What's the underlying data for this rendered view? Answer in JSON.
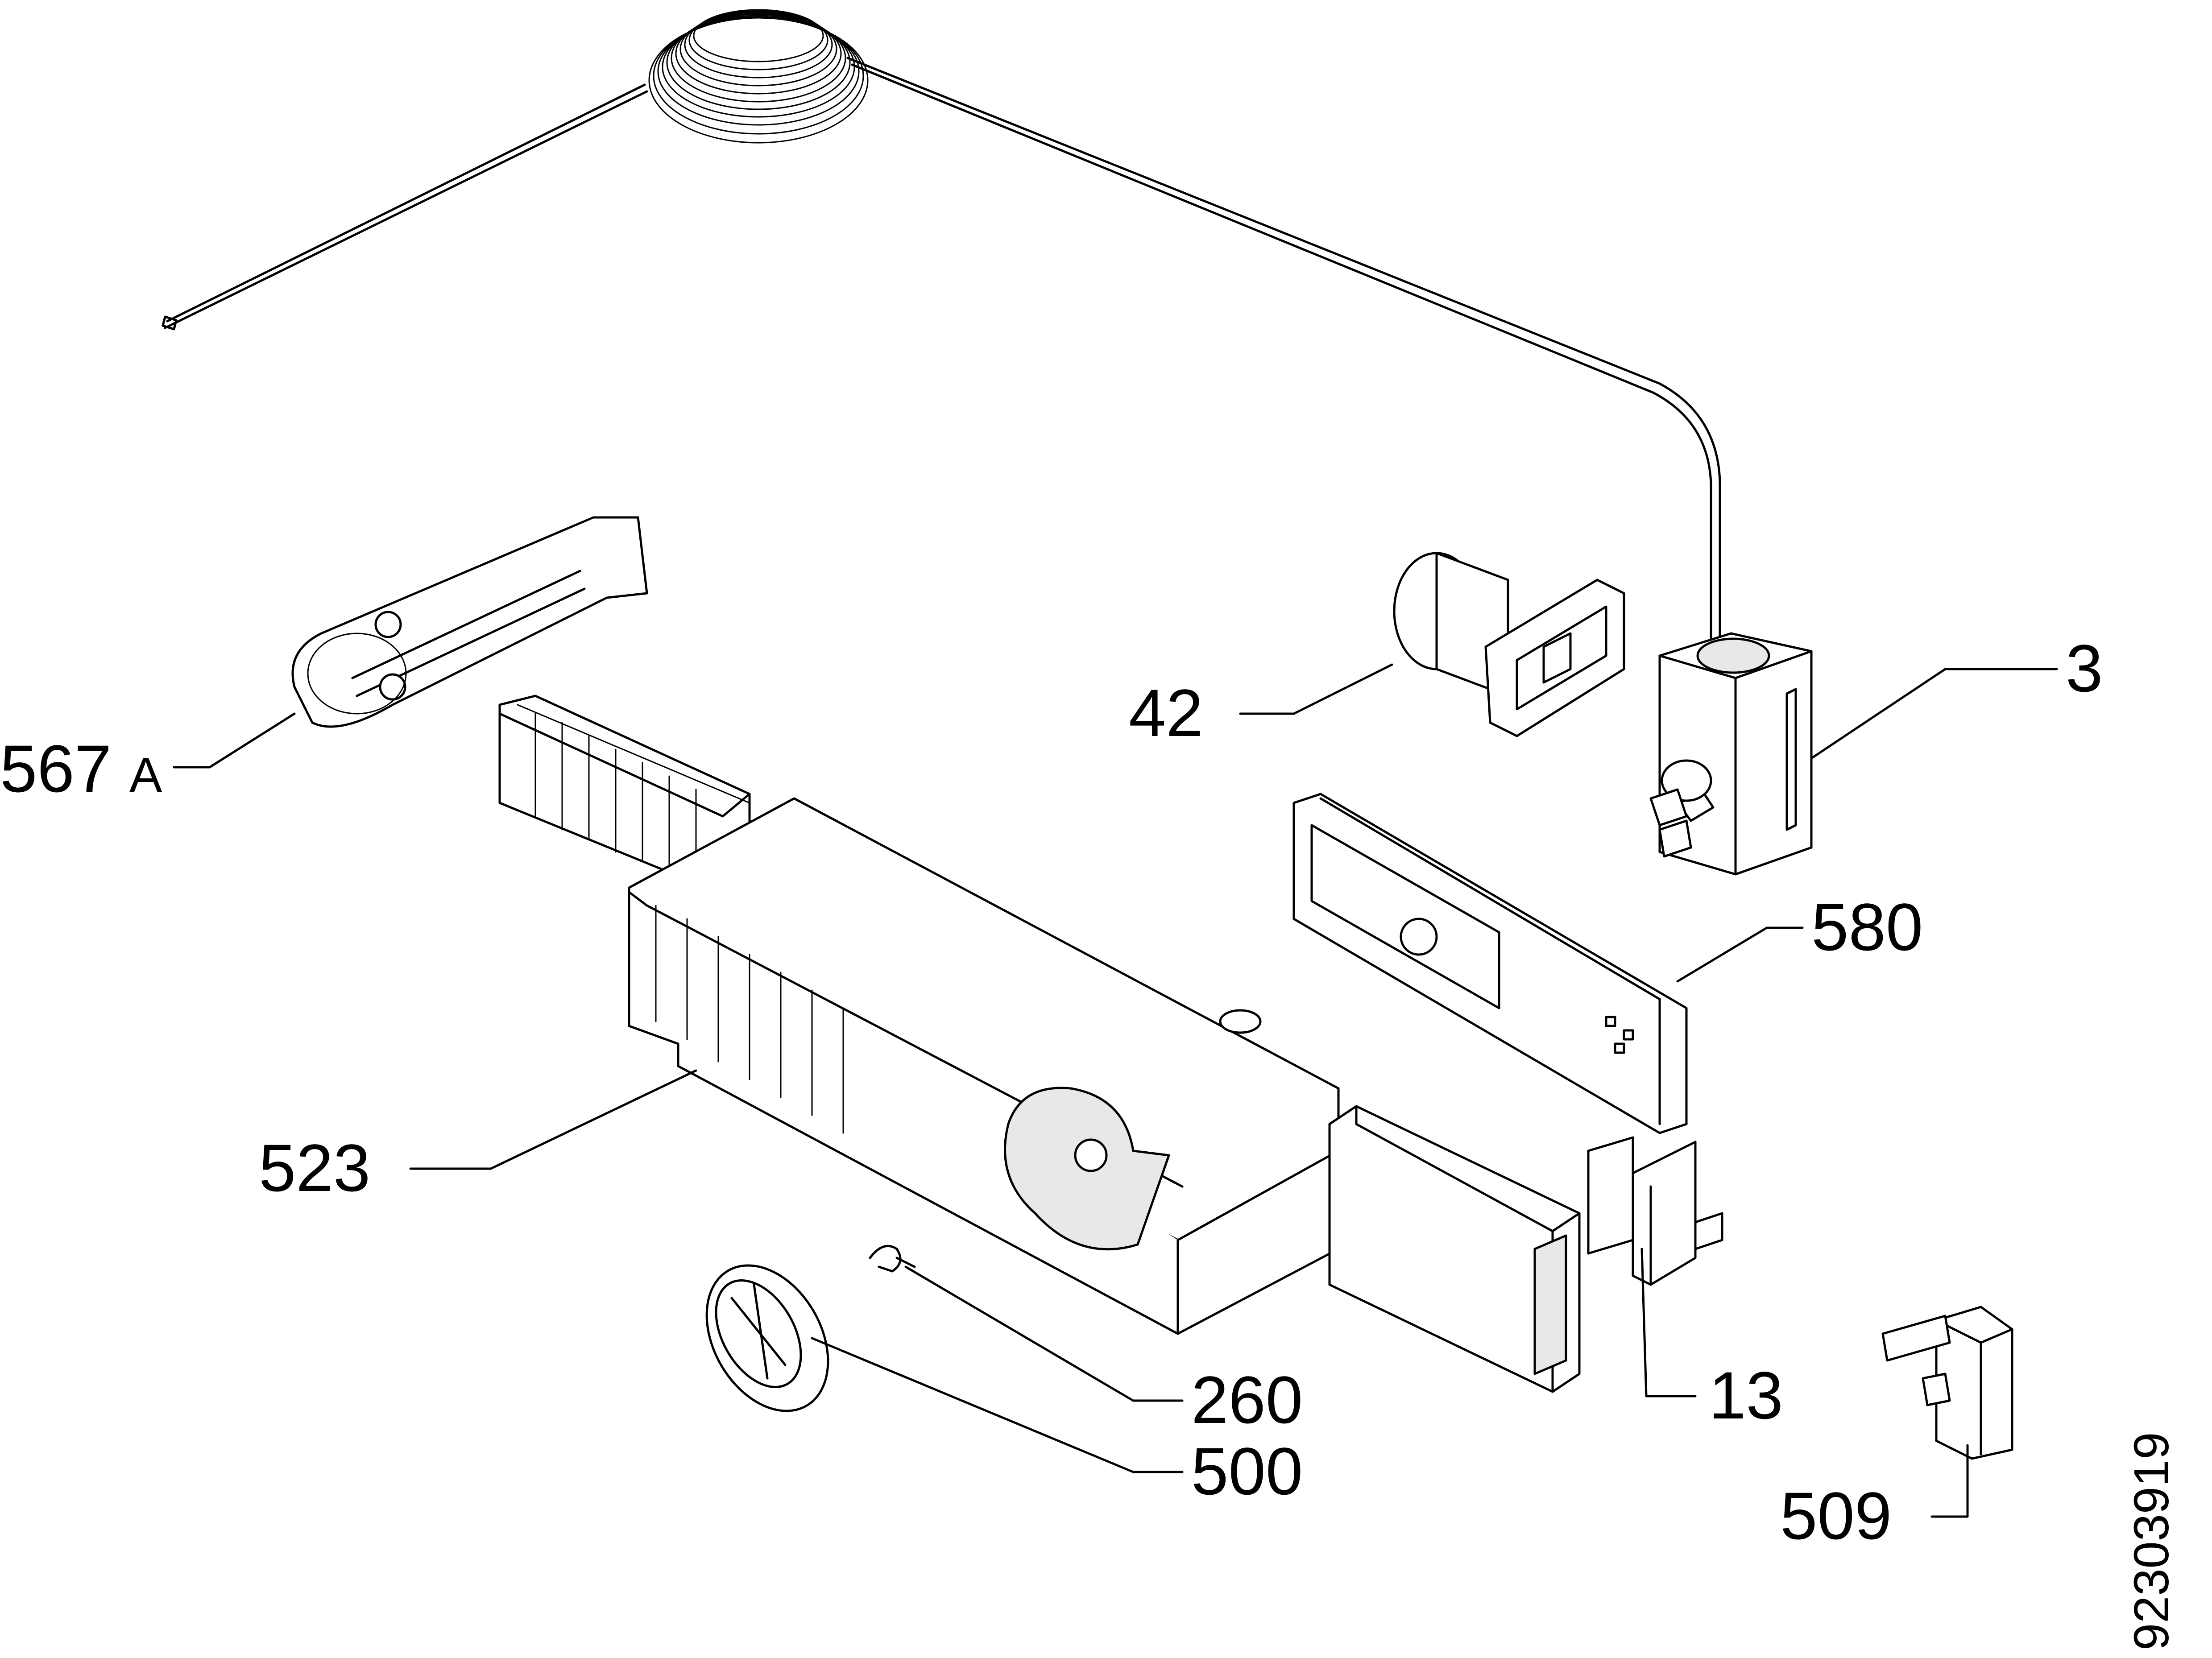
{
  "diagram_id": "92303919",
  "callouts": [
    {
      "id": "c3",
      "label": "3"
    },
    {
      "id": "c42",
      "label": "42"
    },
    {
      "id": "c567",
      "label": "567",
      "suffix": "A"
    },
    {
      "id": "c580",
      "label": "580"
    },
    {
      "id": "c523",
      "label": "523"
    },
    {
      "id": "c13",
      "label": "13"
    },
    {
      "id": "c260",
      "label": "260"
    },
    {
      "id": "c500",
      "label": "500"
    },
    {
      "id": "c509",
      "label": "509"
    }
  ]
}
